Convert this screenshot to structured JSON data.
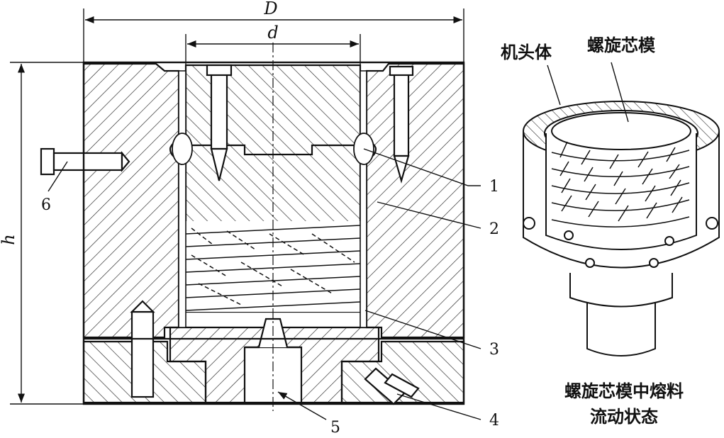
{
  "dimensions": {
    "outer_diameter": "D",
    "inner_diameter": "d",
    "height": "h"
  },
  "part_labels": [
    "1",
    "2",
    "3",
    "4",
    "5",
    "6"
  ],
  "inset": {
    "head_body_label": "机头体",
    "spiral_core_label": "螺旋芯模",
    "caption_line1": "螺旋芯模中熔料",
    "caption_line2": "流动状态"
  }
}
